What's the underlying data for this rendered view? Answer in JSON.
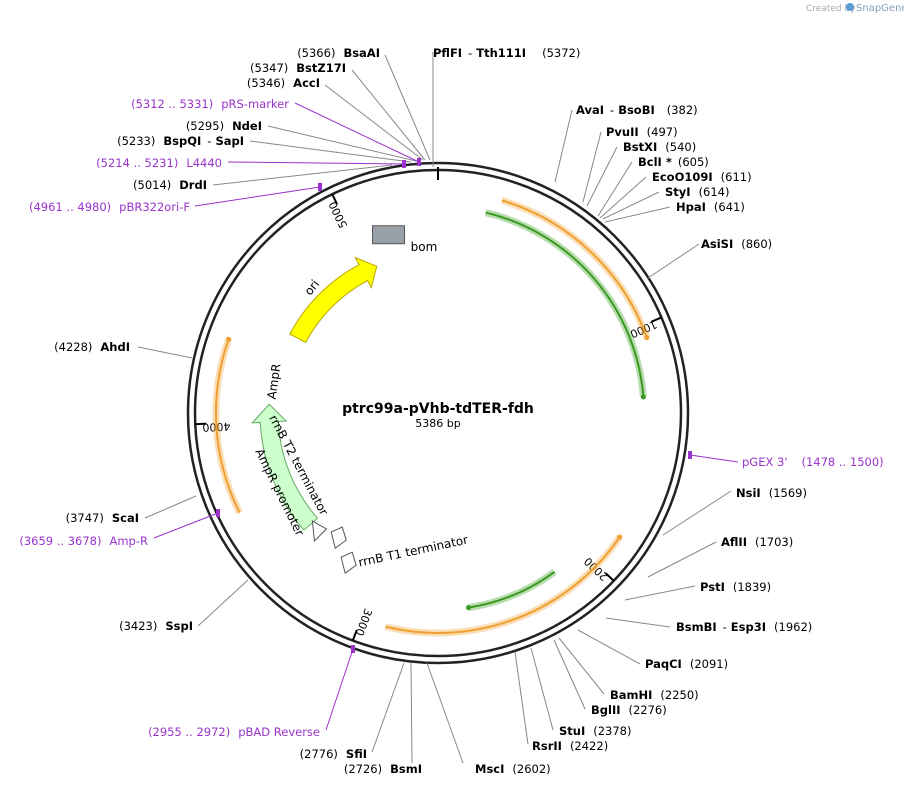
{
  "brand": {
    "created_by": "Created by",
    "app": "SnapGene"
  },
  "plasmid": {
    "name": "ptrc99a-pVhb-tdTER-fdh",
    "size_label": "5386 bp",
    "length": 5386
  },
  "ticks": [
    {
      "pos": 1000,
      "label": "1000"
    },
    {
      "pos": 2000,
      "label": "2000"
    },
    {
      "pos": 3000,
      "label": "3000"
    },
    {
      "pos": 4000,
      "label": "4000"
    },
    {
      "pos": 5000,
      "label": "5000"
    }
  ],
  "features": [
    {
      "id": "bom",
      "label": "bom",
      "type": "box",
      "start": 5098,
      "end": 5210,
      "color": "#9aa0a8"
    },
    {
      "id": "ori",
      "label": "ori",
      "type": "arrow",
      "start": 4459,
      "end": 5047,
      "color": "#ffff00",
      "stroke": "#b8a800"
    },
    {
      "id": "ampr",
      "label": "AmpR",
      "type": "arrow",
      "start": 3424,
      "end": 4084,
      "direction": "reverse",
      "color": "#ccffcc",
      "stroke": "#66aa66"
    },
    {
      "id": "ampr-promoter",
      "label": "AmpR promoter",
      "type": "arrow",
      "start": 3320,
      "end": 3424,
      "direction": "reverse",
      "color": "#ffffff",
      "stroke": "#555555"
    },
    {
      "id": "rrnb-t2",
      "label": "rrnB T2 terminator",
      "type": "marker",
      "pos": 3270,
      "color": "#ffffff",
      "stroke": "#555555"
    },
    {
      "id": "rrnb-t1",
      "label": "rrnB T1 terminator",
      "type": "marker",
      "pos": 3155,
      "color": "#ffffff",
      "stroke": "#555555"
    },
    {
      "id": "orf-1",
      "label": "",
      "type": "thin",
      "start": 250,
      "end": 1050,
      "direction": "forward",
      "color": "#f0a030"
    },
    {
      "id": "orf-2",
      "label": "",
      "type": "thin",
      "start": 200,
      "end": 1280,
      "direction": "forward",
      "color": "#3a9a20"
    },
    {
      "id": "orf-3",
      "label": "",
      "type": "thin",
      "start": 1860,
      "end": 2900,
      "direction": "reverse",
      "color": "#f0a030"
    },
    {
      "id": "orf-4",
      "label": "",
      "type": "thin",
      "start": 2150,
      "end": 2560,
      "direction": "forward",
      "color": "#3a9a20"
    },
    {
      "id": "orf-5",
      "label": "",
      "type": "thin",
      "start": 3640,
      "end": 4330,
      "direction": "forward",
      "color": "#f0a030"
    }
  ],
  "sites": [
    {
      "name": "PflFI",
      "sep": "-",
      "name2": "Tth111I",
      "pos": "(5372)",
      "side": "right"
    },
    {
      "name": "BsaAI",
      "pos": "(5366)",
      "side": "left"
    },
    {
      "name": "BstZ17I",
      "pos": "(5347)",
      "side": "left"
    },
    {
      "name": "AccI",
      "pos": "(5346)",
      "side": "left"
    },
    {
      "name": "NdeI",
      "pos": "(5295)",
      "side": "left"
    },
    {
      "name": "BspQI",
      "sep": "-",
      "name2": "SapI",
      "pos": "(5233)",
      "side": "left"
    },
    {
      "name": "DrdI",
      "pos": "(5014)",
      "side": "left"
    },
    {
      "name": "AhdI",
      "pos": "(4228)",
      "side": "left"
    },
    {
      "name": "ScaI",
      "pos": "(3747)",
      "side": "left"
    },
    {
      "name": "SspI",
      "pos": "(3423)",
      "side": "left"
    },
    {
      "name": "SfiI",
      "pos": "(2776)",
      "side": "left"
    },
    {
      "name": "BsmI",
      "pos": "(2726)",
      "side": "left"
    },
    {
      "name": "MscI",
      "pos": "(2602)",
      "side": "right"
    },
    {
      "name": "RsrII",
      "pos": "(2422)",
      "side": "right"
    },
    {
      "name": "StuI",
      "pos": "(2378)",
      "side": "right"
    },
    {
      "name": "BglII",
      "pos": "(2276)",
      "side": "right"
    },
    {
      "name": "BamHI",
      "pos": "(2250)",
      "side": "right"
    },
    {
      "name": "PaqCI",
      "pos": "(2091)",
      "side": "right"
    },
    {
      "name": "BsmBI",
      "sep": "-",
      "name2": "Esp3I",
      "pos": "(1962)",
      "side": "right"
    },
    {
      "name": "PstI",
      "pos": "(1839)",
      "side": "right"
    },
    {
      "name": "AflII",
      "pos": "(1703)",
      "side": "right"
    },
    {
      "name": "NsiI",
      "pos": "(1569)",
      "side": "right"
    },
    {
      "name": "AsiSI",
      "pos": "(860)",
      "side": "right"
    },
    {
      "name": "HpaI",
      "pos": "(641)",
      "side": "right"
    },
    {
      "name": "StyI",
      "pos": "(614)",
      "side": "right"
    },
    {
      "name": "EcoO109I",
      "pos": "(611)",
      "side": "right"
    },
    {
      "name": "BclI",
      "star": "*",
      "pos": "(605)",
      "side": "right"
    },
    {
      "name": "BstXI",
      "pos": "(540)",
      "side": "right"
    },
    {
      "name": "PvuII",
      "pos": "(497)",
      "side": "right"
    },
    {
      "name": "AvaI",
      "sep": "-",
      "name2": "BsoBI",
      "pos": "(382)",
      "side": "right"
    }
  ],
  "primers": [
    {
      "name": "pRS-marker",
      "range": "(5312 .. 5331)",
      "side": "left",
      "color": "#9933cc"
    },
    {
      "name": "L4440",
      "range": "(5214 .. 5231)",
      "side": "left",
      "color": "#9933cc"
    },
    {
      "name": "pBR322ori-F",
      "range": "(4961 .. 4980)",
      "side": "left",
      "color": "#9933cc"
    },
    {
      "name": "Amp-R",
      "range": "(3659 .. 3678)",
      "side": "left",
      "color": "#9933cc"
    },
    {
      "name": "pBAD Reverse",
      "range": "(2955 .. 2972)",
      "side": "left",
      "color": "#9933cc"
    },
    {
      "name": "pGEX 3'",
      "range": "(1478 .. 1500)",
      "side": "right",
      "color": "#9933cc"
    }
  ]
}
